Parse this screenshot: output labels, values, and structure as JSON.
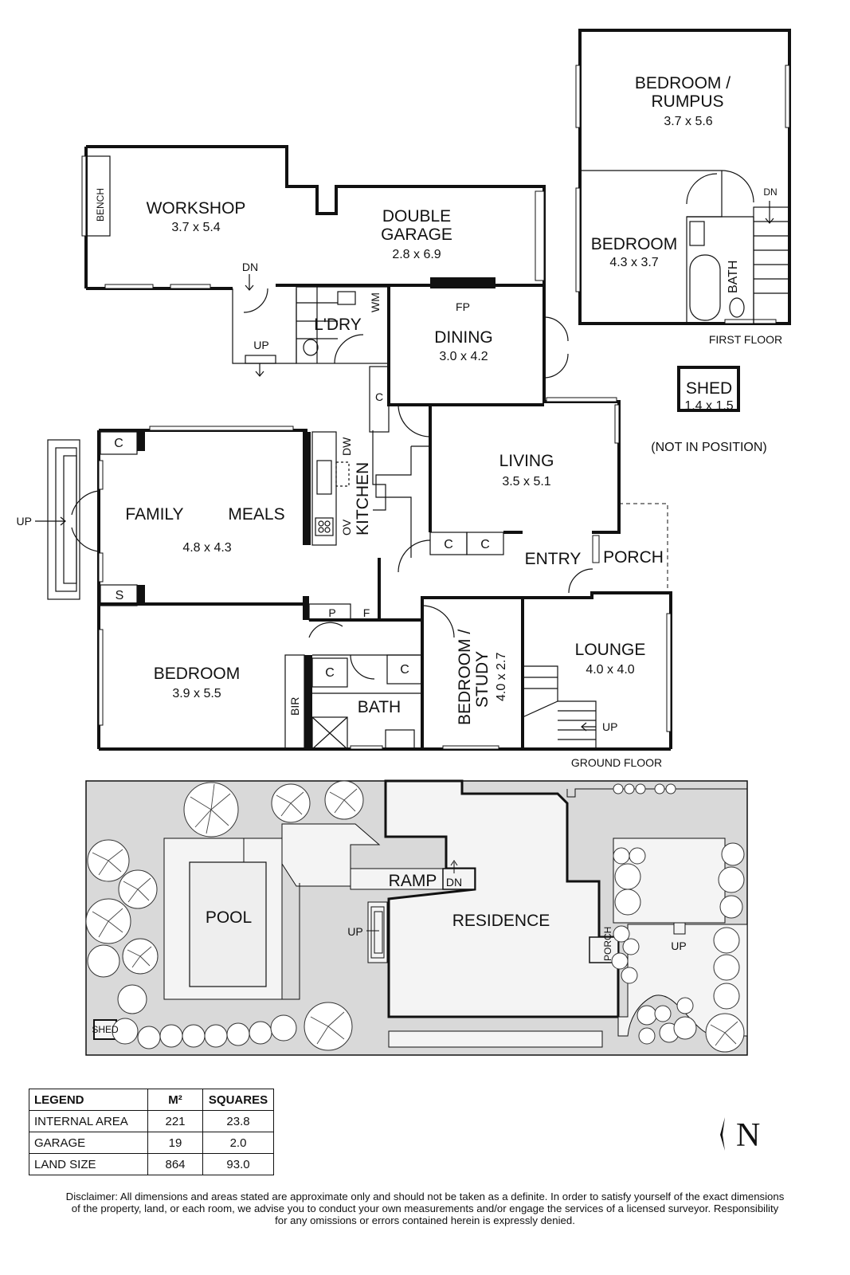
{
  "first_floor": {
    "title": "FIRST FLOOR",
    "rooms": {
      "bedroom_rumpus": {
        "name_line1": "BEDROOM /",
        "name_line2": "RUMPUS",
        "dims": "3.7 x 5.6"
      },
      "bedroom": {
        "name": "BEDROOM",
        "dims": "4.3 x 3.7"
      },
      "bath": {
        "name": "BATH"
      },
      "stair_dn": "DN"
    }
  },
  "shed": {
    "name_line1": "SHED",
    "dims": "1.4 x 1.5",
    "note": "(NOT IN POSITION)"
  },
  "ground_floor": {
    "title": "GROUND FLOOR",
    "rooms": {
      "workshop": {
        "name": "WORKSHOP",
        "dims": "3.7 x 5.4",
        "bench": "BENCH"
      },
      "double_garage": {
        "name_line1": "DOUBLE",
        "name_line2": "GARAGE",
        "dims": "2.8 x 6.9"
      },
      "laundry": {
        "name": "L'DRY",
        "wm": "WM"
      },
      "fireplace": "FP",
      "dining": {
        "name": "DINING",
        "dims": "3.0 x 4.2"
      },
      "living": {
        "name": "LIVING",
        "dims": "3.5 x 5.1"
      },
      "family": {
        "name": "FAMILY"
      },
      "meals": {
        "name": "MEALS"
      },
      "family_dims": "4.8 x 4.3",
      "kitchen": {
        "name": "KITCHEN",
        "dw": "DW",
        "ov": "OV"
      },
      "entry": {
        "name": "ENTRY"
      },
      "porch": {
        "name": "PORCH"
      },
      "lounge": {
        "name": "LOUNGE",
        "dims": "4.0 x 4.0"
      },
      "bedroom": {
        "name": "BEDROOM",
        "dims": "3.9 x 5.5"
      },
      "bath": {
        "name": "BATH"
      },
      "bir": "BIR",
      "study": {
        "name_line1": "BEDROOM /",
        "name_line2": "STUDY",
        "dims": "4.0 x 2.7"
      },
      "codes": {
        "c": "C",
        "s": "S",
        "p": "P",
        "f": "F"
      },
      "up": "UP",
      "dn": "DN"
    }
  },
  "site": {
    "pool": "POOL",
    "residence": "RESIDENCE",
    "ramp": "RAMP",
    "dn": "DN",
    "up": "UP",
    "porch": "PORCH",
    "shed": "SHED"
  },
  "legend": {
    "headers": [
      "LEGEND",
      "M²",
      "SQUARES"
    ],
    "rows": [
      {
        "label": "INTERNAL AREA",
        "m2": "221",
        "squares": "23.8"
      },
      {
        "label": "GARAGE",
        "m2": "19",
        "squares": "2.0"
      },
      {
        "label": "LAND SIZE",
        "m2": "864",
        "squares": "93.0"
      }
    ]
  },
  "north": "N",
  "disclaimer": {
    "line1": "Disclaimer: All dimensions and areas stated are approximate only and should not be taken as a definite. In order to satisfy yourself of the exact dimensions",
    "line2": "of the property, land, or each room, we advise you to conduct your own measurements and/or engage the services of a licensed surveyor. Responsibility",
    "line3": "for any omissions or errors contained herein is expressly denied."
  }
}
